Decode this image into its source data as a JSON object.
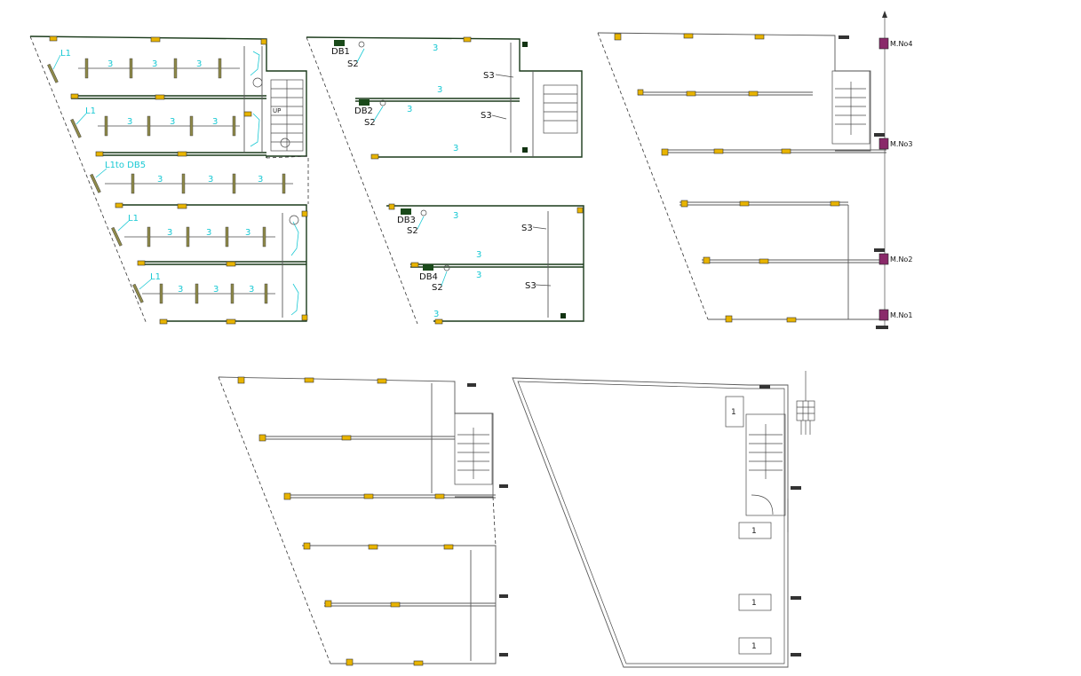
{
  "labels": {
    "l1_a": "L1",
    "l1_b": "L1",
    "l1_to_db5": "L1to DB5",
    "l1_c": "L1",
    "l1_d": "L1",
    "up": "UP",
    "db1": "DB1",
    "db2": "DB2",
    "db3": "DB3",
    "db4": "DB4",
    "s2_a": "S2",
    "s2_b": "S2",
    "s2_c": "S2",
    "s2_d": "S2",
    "s3_a": "S3",
    "s3_b": "S3",
    "s3_c": "S3",
    "s3_d": "S3",
    "circuit": "3"
  },
  "meters": [
    "M.No4",
    "M.No3",
    "M.No2",
    "M.No1"
  ],
  "boxes": [
    "1",
    "1",
    "1",
    "1"
  ],
  "colors": {
    "wall": "#1a3a1a",
    "cyan": "#19c9d4",
    "yellow": "#e8b400",
    "meter": "#8a2a6a"
  }
}
